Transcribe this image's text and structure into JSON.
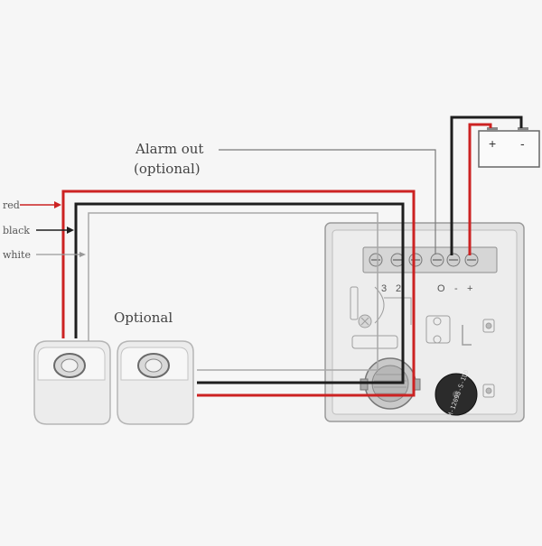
{
  "labels": {
    "alarm_out_line1": "Alarm out",
    "alarm_out_line2": "(optional)",
    "optional": "Optional",
    "wire_red": "red",
    "wire_black": "black",
    "wire_white": "white"
  },
  "terminals": {
    "t3": "3",
    "t2": "2",
    "t_o": "O",
    "t_minus": "-",
    "t_plus": "+"
  },
  "battery": {
    "plus": "+",
    "minus": "-"
  },
  "buzzer_text": "FM-12095-S-IDD",
  "colors": {
    "red_wire": "#cc2222",
    "black_wire": "#1e1e1e",
    "white_wire": "#a8a8a8",
    "alarm_wire": "#7a7a7a",
    "background": "#f6f6f6"
  }
}
